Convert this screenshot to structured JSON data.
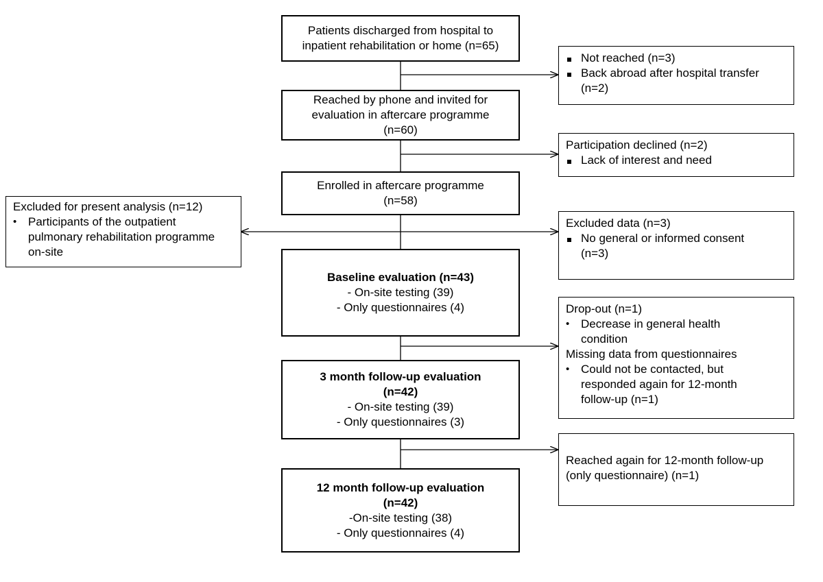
{
  "main": {
    "b1": [
      "Patients discharged from hospital to",
      "inpatient rehabilitation or home (n=65)"
    ],
    "b2": [
      "Reached by phone and invited for",
      "evaluation in aftercare programme",
      "(n=60)"
    ],
    "b3": [
      "Enrolled in aftercare programme",
      "(n=58)"
    ],
    "b4": {
      "title": "Baseline evaluation  (n=43)",
      "lines": [
        "- On-site testing (39)",
        "- Only questionnaires (4)"
      ]
    },
    "b5": {
      "title": [
        "3 month follow-up evaluation",
        "(n=42)"
      ],
      "lines": [
        "- On-site testing (39)",
        "- Only questionnaires (3)"
      ]
    },
    "b6": {
      "title": [
        "12 month follow-up evaluation",
        "(n=42)"
      ],
      "lines": [
        "-On-site testing (38)",
        "- Only questionnaires (4)"
      ]
    }
  },
  "side": {
    "s1": {
      "items": [
        "Not reached (n=3)",
        "Back abroad after hospital transfer",
        "(n=2)"
      ]
    },
    "s2": {
      "head": "Participation declined (n=2)",
      "items": [
        "Lack of interest and need"
      ]
    },
    "s3": {
      "head": "Excluded data  (n=3)",
      "items": [
        "No general or informed consent",
        "(n=3)"
      ]
    },
    "s4": {
      "head1": "Drop-out (n=1)",
      "item1": [
        "Decrease in general health",
        "condition"
      ],
      "head2": "Missing data from questionnaires",
      "item2": [
        "Could not be contacted, but",
        "responded again for 12-month",
        "follow-up (n=1)"
      ]
    },
    "s5": {
      "lines": [
        "Reached again for 12-month follow-up",
        "(only questionnaire) (n=1)"
      ]
    },
    "left": {
      "head": "Excluded for present analysis (n=12)",
      "items": [
        "Participants of the outpatient",
        "pulmonary rehabilitation programme",
        "on-site"
      ]
    }
  }
}
